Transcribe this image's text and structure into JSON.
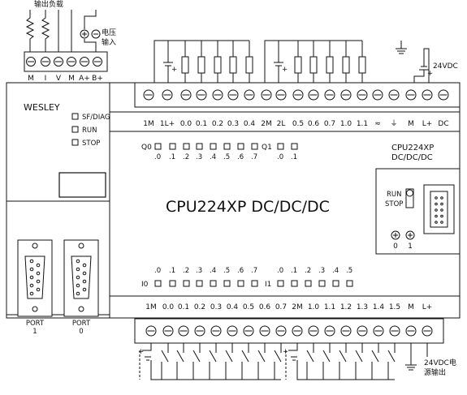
{
  "analog_block": {
    "top_label": "输出负载",
    "voltage_label_1": "电压",
    "voltage_label_2": "输入",
    "pins": [
      "M",
      "I",
      "V",
      "M",
      "A+",
      "B+"
    ]
  },
  "brand": "WESLEY",
  "leds": [
    "SF/DIAG",
    "RUN",
    "STOP"
  ],
  "top_terminals": [
    "1M",
    "1L+",
    "0.0",
    "0.1",
    "0.2",
    "0.3",
    "0.4",
    "2M",
    "2L",
    "0.5",
    "0.6",
    "0.7",
    "1.0",
    "1.1",
    "≈",
    "⏚",
    "M",
    "L+",
    "DC"
  ],
  "supply_label": "24VDC",
  "q_groups": [
    {
      "prefix": "Q0",
      "bits": [
        ".0",
        ".1",
        ".2",
        ".3",
        ".4",
        ".5",
        ".6",
        ".7"
      ]
    },
    {
      "prefix": "Q1",
      "bits": [
        ".0",
        ".1"
      ]
    }
  ],
  "model_title": "CPU224XP DC/DC/DC",
  "model_line1": "CPU224XP",
  "model_line2": "DC/DC/DC",
  "switch_labels": [
    "RUN",
    "STOP"
  ],
  "pots": [
    "0",
    "1"
  ],
  "i_groups": [
    {
      "prefix": "I0",
      "bits": [
        ".0",
        ".1",
        ".2",
        ".3",
        ".4",
        ".5",
        ".6",
        ".7"
      ]
    },
    {
      "prefix": "I1",
      "bits": [
        ".0",
        ".1",
        ".2",
        ".3",
        ".4",
        ".5"
      ]
    }
  ],
  "bottom_terminals": [
    "1M",
    "0.0",
    "0.1",
    "0.2",
    "0.3",
    "0.4",
    "0.5",
    "0.6",
    "0.7",
    "2M",
    "1.0",
    "1.1",
    "1.2",
    "1.3",
    "1.4",
    "1.5",
    "M",
    "L+"
  ],
  "ports": [
    {
      "name": "PORT",
      "number": "1"
    },
    {
      "name": "PORT",
      "number": "0"
    }
  ],
  "output_label_1": "24VDC电",
  "output_label_2": "源输出"
}
